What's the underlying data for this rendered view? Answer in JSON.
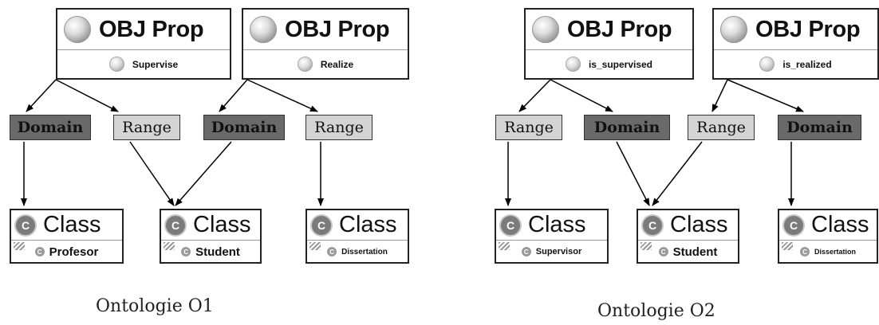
{
  "colors": {
    "domain_fill": "#6a6a6a",
    "range_fill": "#d4d4d4",
    "line": "#000000"
  },
  "o1": {
    "prop1": {
      "title": "OBJ Prop",
      "name": "Supervise"
    },
    "prop2": {
      "title": "OBJ Prop",
      "name": "Realize"
    },
    "tags": [
      "Domain",
      "Range",
      "Domain",
      "Range"
    ],
    "class1": {
      "title": "Class",
      "name": "Profesor"
    },
    "class2": {
      "title": "Class",
      "name": "Student"
    },
    "class3": {
      "title": "Class",
      "name": "Dissertation"
    },
    "caption": "Ontologie O1"
  },
  "o2": {
    "prop1": {
      "title": "OBJ Prop",
      "name": "is_supervised"
    },
    "prop2": {
      "title": "OBJ Prop",
      "name": "is_realized"
    },
    "tags": [
      "Range",
      "Domain",
      "Range",
      "Domain"
    ],
    "class1": {
      "title": "Class",
      "name": "Supervisor"
    },
    "class2": {
      "title": "Class",
      "name": "Student"
    },
    "class3": {
      "title": "Class",
      "name": "Dissertation"
    },
    "caption": "Ontologie O2"
  },
  "icons": {
    "property": "property-bulb-icon",
    "class": "class-c-icon"
  }
}
